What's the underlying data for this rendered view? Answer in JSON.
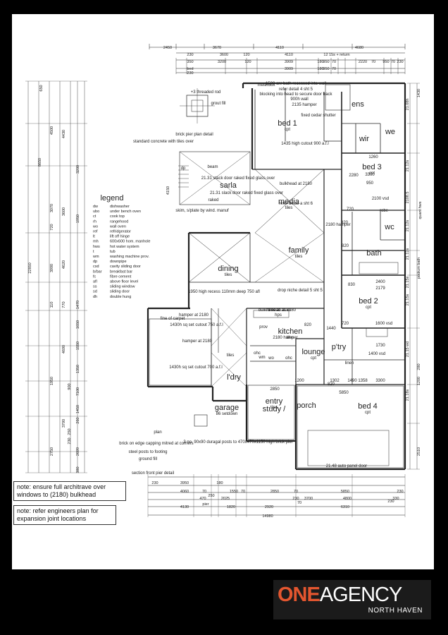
{
  "dims_top": [
    "2450",
    "3670",
    "4110",
    "4680",
    "230",
    "3600",
    "120",
    "4110",
    "12 15s + return",
    "350",
    "3200",
    "120",
    "3909",
    "180",
    "950",
    "70",
    "2220",
    "70",
    "950",
    "70",
    "230",
    "bed",
    "230",
    "3909",
    "180",
    "950",
    "70"
  ],
  "dims_bottom": [
    "230",
    "3950",
    "180",
    "4060",
    "70",
    "1550",
    "70",
    "2850",
    "70",
    "5850",
    "230",
    "470",
    "2025",
    "3700",
    "4800",
    "330",
    "4130",
    "1820",
    "2920",
    "6310",
    "14980",
    "250",
    "230",
    "70",
    "230",
    "pier"
  ],
  "dims_left": [
    "650",
    "4500",
    "4430",
    "8650",
    "3200",
    "3070",
    "3600",
    "1950",
    "4150",
    "3990",
    "4620",
    "22850",
    "1470",
    "1650",
    "1550",
    "4690",
    "1950",
    "900",
    "7100",
    "1350",
    "2750",
    "3790",
    "2699",
    "250",
    "230",
    "720",
    "770",
    "110",
    "1450",
    "260",
    "380"
  ],
  "dims_right": [
    "1430",
    "21.08h",
    "21.12s",
    "21.12s",
    "podium bath",
    "21.15s",
    "21.15 wd",
    "21.18s",
    "2510",
    "quant hws",
    "2108.5",
    "21.15s",
    "21.12s",
    "280",
    "1200"
  ],
  "rooms": [
    {
      "label": "ens",
      "sub": ""
    },
    {
      "label": "bed 1",
      "sub": "cpt"
    },
    {
      "label": "wir",
      "sub": ""
    },
    {
      "label": "we",
      "sub": ""
    },
    {
      "label": "bed 3",
      "sub": "cpt"
    },
    {
      "label": "sarla",
      "sub": ""
    },
    {
      "label": "media",
      "sub": "tiles"
    },
    {
      "label": "wc",
      "sub": ""
    },
    {
      "label": "bath",
      "sub": ""
    },
    {
      "label": "family",
      "sub": "tiles"
    },
    {
      "label": "dining",
      "sub": "tiles"
    },
    {
      "label": "bed 2",
      "sub": "cpt"
    },
    {
      "label": "kitchen",
      "sub": "tiles"
    },
    {
      "label": "lounge",
      "sub": "cpt"
    },
    {
      "label": "p'try",
      "sub": ""
    },
    {
      "label": "l'dry",
      "sub": ""
    },
    {
      "label": "entry",
      "sub": "tiles"
    },
    {
      "label": "study /",
      "sub": ""
    },
    {
      "label": "bed 4",
      "sub": "cpt"
    },
    {
      "label": "garage",
      "sub": "86 setdown"
    },
    {
      "label": "porch",
      "sub": ""
    }
  ],
  "plan_notes": [
    "meterbox",
    "1500 cnr bath recessed into wall",
    "refer detail 4 sht 5",
    "blocking into head to secure door track",
    "900h wall",
    "2135 hamper",
    "fixed cedar shutter",
    "1435 high cutout 900 a.f.l",
    "standard concrete with tiles over",
    "brick pier plan detail",
    "+3 threaded rod",
    "grout fill",
    "beam",
    "dp",
    "raked",
    "bulkhead at 2180",
    "21.31 stack door raked fixed glass over",
    "refer detail a sht 6",
    "skim, s/plate by wind. manuf",
    "21.31 slack door raked fixed glass over",
    "2180 hamper",
    "1950 high recess 110mm deep 750 afl",
    "drop niche detail 5 sht 5",
    "1430h sq set cutout 750 a.f.l",
    "fine of carpet",
    "1430h sq set cutout 700 a.f.l",
    "hamper at 2180",
    "hamper at 2180",
    "2180 hamper",
    "tiles",
    "plan",
    "section front pier detail",
    "3 no. 90x90 duragal posts to 470x470x1150 high brick pier",
    "brick on edge capping mitred at corners",
    "steel posts to footing",
    "ground fill",
    "21.48 auto panel door",
    "2100 vsd",
    "2400",
    "1600 vsd",
    "1730",
    "1400 vsd",
    "linen",
    "robe",
    "bulkhead at 2180",
    "ohc",
    "wo",
    "ohc",
    "wm",
    "prov",
    "hps",
    "b/head at 2180",
    "2850",
    "5850",
    "1200",
    "1302",
    "1490",
    "1358",
    "3300",
    "1260",
    "950",
    "2280",
    "3300",
    "2179",
    "830",
    "1440",
    "720",
    "820",
    "820",
    "720",
    "820",
    "820",
    "820",
    "720"
  ],
  "legend": {
    "title": "legend",
    "items": [
      {
        "code": "dw",
        "desc": "dishwasher"
      },
      {
        "code": "ubo",
        "desc": "under bench oven"
      },
      {
        "code": "ct",
        "desc": "cook top"
      },
      {
        "code": "rh",
        "desc": "rangehood"
      },
      {
        "code": "wo",
        "desc": "wall oven"
      },
      {
        "code": "ref",
        "desc": "refridgerator"
      },
      {
        "code": "lt",
        "desc": "lift off hinge"
      },
      {
        "code": "mh",
        "desc": "600x600 hom. manhole"
      },
      {
        "code": "hws",
        "desc": "hot water system"
      },
      {
        "code": "t",
        "desc": "tub"
      },
      {
        "code": "wm",
        "desc": "washing machine prov."
      },
      {
        "code": "dp",
        "desc": "downpipe"
      },
      {
        "code": "csd",
        "desc": "cavity sliding door"
      },
      {
        "code": "b/bar",
        "desc": "breakfast bar"
      },
      {
        "code": "fc",
        "desc": "fibre cement"
      },
      {
        "code": "afl",
        "desc": "above floor level"
      },
      {
        "code": "ss",
        "desc": "sliding window"
      },
      {
        "code": "sd",
        "desc": "sliding door"
      },
      {
        "code": "dh",
        "desc": "double hung"
      }
    ]
  },
  "notes": [
    "note: ensure full architrave over windows to (2180) bulkhead",
    "note: refer engineers plan for expansion joint locations"
  ],
  "logo": {
    "brand_one": "ONE",
    "brand_agency": "AGENCY",
    "location": "NORTH HAVEN"
  },
  "colors": {
    "background": "#000000",
    "sheet": "#ffffff",
    "line": "#222222",
    "logo_accent": "#e3562f",
    "logo_bg": "#1b1b1b"
  }
}
